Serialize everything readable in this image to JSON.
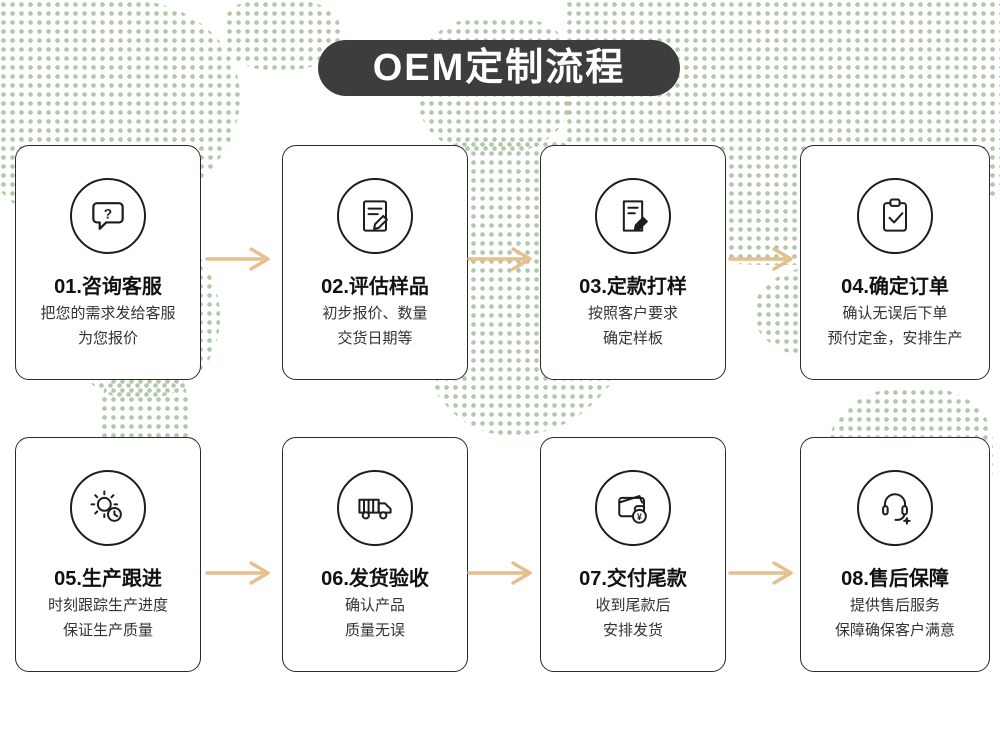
{
  "banner": {
    "title": "OEM定制流程"
  },
  "colors": {
    "map_dot": "#a9c3a1",
    "arrow": "#e6bf8d",
    "banner_bg": "#3d3d3d",
    "banner_text": "#ffffff",
    "card_border": "#2b2b2b"
  },
  "steps": [
    {
      "title": "01.咨询客服",
      "icon": "chat-question-icon",
      "lines": [
        "把您的需求发给客服",
        "为您报价"
      ]
    },
    {
      "title": "02.评估样品",
      "icon": "document-edit-icon",
      "lines": [
        "初步报价、数量",
        "交货日期等"
      ]
    },
    {
      "title": "03.定款打样",
      "icon": "document-pen-icon",
      "lines": [
        "按照客户要求",
        "确定样板"
      ]
    },
    {
      "title": "04.确定订单",
      "icon": "clipboard-check-icon",
      "lines": [
        "确认无误后下单",
        "预付定金，安排生产"
      ]
    },
    {
      "title": "05.生产跟进",
      "icon": "gear-clock-icon",
      "lines": [
        "时刻跟踪生产进度",
        "保证生产质量"
      ]
    },
    {
      "title": "06.发货验收",
      "icon": "truck-icon",
      "lines": [
        "确认产品",
        "质量无误"
      ]
    },
    {
      "title": "07.交付尾款",
      "icon": "wallet-yen-icon",
      "lines": [
        "收到尾款后",
        "安排发货"
      ]
    },
    {
      "title": "08.售后保障",
      "icon": "headset-support-icon",
      "lines": [
        "提供售后服务",
        "保障确保客户满意"
      ]
    }
  ]
}
